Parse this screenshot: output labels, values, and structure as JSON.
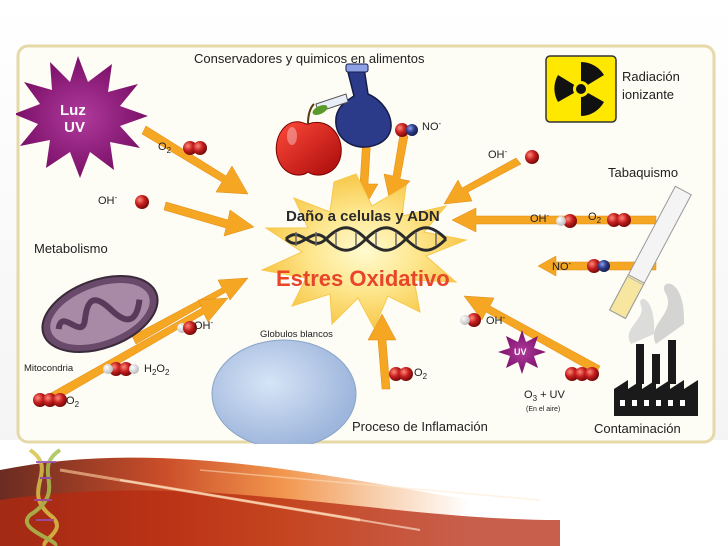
{
  "colors": {
    "arrow": "#f5a623",
    "molecule_red": "#c41e1e",
    "molecule_blue": "#2c3a8a",
    "title_red": "#e8452a",
    "burst_purple": "#8b1a7a",
    "frame_border": "#e6d9a8"
  },
  "top": {
    "title": "Conservadores y quimicos en alimentos",
    "no_label": "NO",
    "no_sup": "-"
  },
  "left": {
    "luz": "Luz",
    "uv": "UV",
    "o2": "O",
    "o2_sub": "2",
    "oh": "OH",
    "oh_sup": "-",
    "metabolismo": "Metabolismo",
    "mitocondria": "Mitocondria",
    "h2o2_a": "H",
    "h2o2_b": "2",
    "h2o2_c": "O",
    "h2o2_d": "2",
    "o2_bottom": "O",
    "o2_bottom_sub": "2",
    "oh_mid": "OH",
    "oh_mid_sup": "-"
  },
  "center": {
    "title": "Daño a celulas y ADN",
    "subtitle": "Estres Oxidativo"
  },
  "right": {
    "radiacion": "Radiación",
    "ionizante": "ionizante",
    "oh": "OH",
    "oh_sup": "-",
    "tabaquismo": "Tabaquismo",
    "oh2": "OH",
    "oh2_sup": "-",
    "o2": "O",
    "o2_sub": "2",
    "no": "NO",
    "no_sup": "-"
  },
  "bottom": {
    "globulos": "Globulos blancos",
    "o2": "O",
    "o2_sub": "2",
    "inflamacion": "Proceso de Inflamación",
    "oh": "OH",
    "oh_sup": "-",
    "uv_badge": "UV",
    "o3": "O",
    "o3_sub": "3",
    "o3_plus": " + UV",
    "en_aire": "(En el aire)",
    "contaminacion": "Contaminación"
  }
}
